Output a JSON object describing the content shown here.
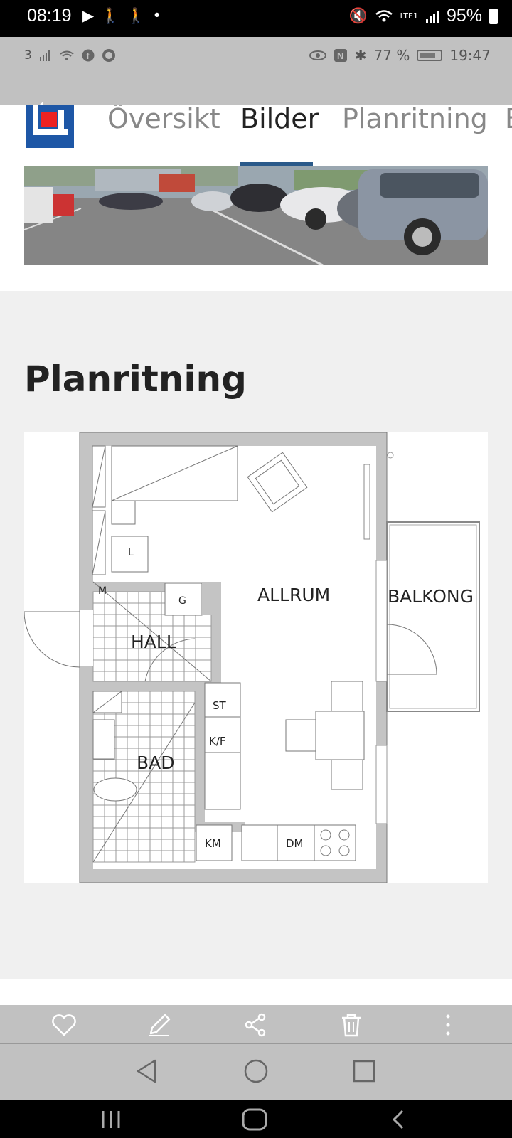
{
  "system_status": {
    "time": "08:19",
    "battery": "95%",
    "network": "LTE1",
    "icons": [
      "play-icon",
      "walk-icon",
      "walk-icon",
      "dot-icon",
      "mute-icon",
      "wifi-icon",
      "signal-icon"
    ]
  },
  "inner_status": {
    "time": "19:47",
    "battery": "77 %",
    "sim": "3",
    "icons": [
      "signal-icon",
      "wifi-icon",
      "facebook-icon",
      "messenger-icon",
      "eye-icon",
      "nfc-icon",
      "bluetooth-icon"
    ]
  },
  "tabs": [
    {
      "label": "Översikt",
      "active": false
    },
    {
      "label": "Bilder",
      "active": true
    },
    {
      "label": "Planritning",
      "active": false
    },
    {
      "label": "B",
      "active": false
    }
  ],
  "section": {
    "title": "Planritning"
  },
  "floorplan": {
    "rooms": {
      "allrum": "ALLRUM",
      "balkong": "BALKONG",
      "hall": "HALL",
      "bad": "BAD",
      "l": "L",
      "m": "M",
      "g": "G",
      "st": "ST",
      "kf": "K/F",
      "km": "KM",
      "dm": "DM"
    }
  },
  "action_bar": [
    "heart-icon",
    "edit-icon",
    "share-icon",
    "trash-icon",
    "more-icon"
  ],
  "colors": {
    "accent": "#2a5a8a",
    "logo_blue": "#1e57a6",
    "logo_red": "#e22222",
    "wall_gray": "#c4c4c4"
  }
}
